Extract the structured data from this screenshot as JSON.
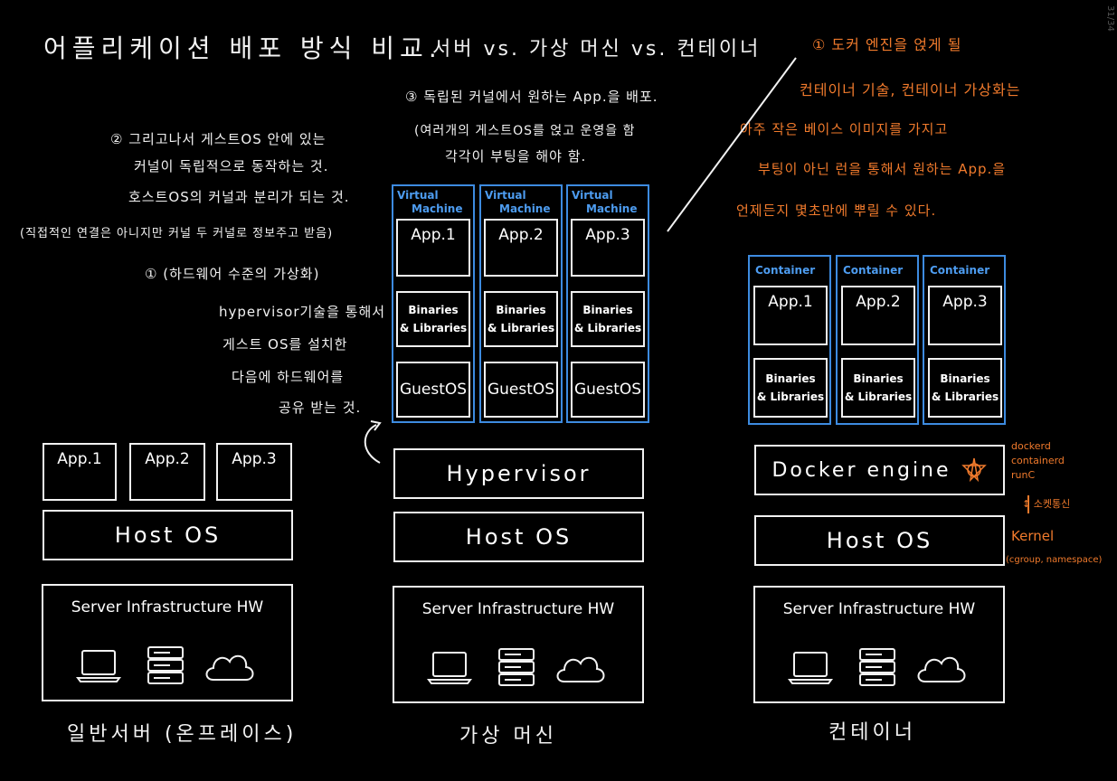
{
  "corner": "31/34",
  "title": "어플리케이션 배포 방식 비교.",
  "subtitle": "서버 vs. 가상 머신 vs. 컨테이너",
  "vm_notes": {
    "n2": [
      "② 그리고나서 게스트OS 안에 있는",
      "커널이 독립적으로 동작하는 것.",
      "호스트OS의 커널과 분리가 되는 것.",
      "(직접적인 연결은 아니지만 커널 두 커널로 정보주고 받음)"
    ],
    "n1": [
      "① (하드웨어 수준의 가상화)",
      "hypervisor기술을 통해서",
      "게스트 OS를 설치한",
      "다음에 하드웨어를",
      "공유 받는 것."
    ],
    "n3": [
      "③ 독립된 커널에서 원하는 App.을 배포.",
      "(여러개의 게스트OS를 얹고 운영을 함",
      "각각이 부팅을 해야 함."
    ]
  },
  "container_notes": [
    "① 도커 엔진을 얹게 될",
    "컨테이너 기술, 컨테이너 가상화는",
    "아주 작은 베이스 이미지를 가지고",
    "부팅이 아닌 런을 통해서 원하는 App.을",
    "언제든지 몇초만에 뿌릴 수 있다."
  ],
  "server": {
    "apps": [
      "App.1",
      "App.2",
      "App.3"
    ],
    "host_os": "Host OS",
    "hw": "Server Infrastructure HW",
    "caption": "일반서버 (온프레이스)"
  },
  "vm": {
    "label": [
      "Virtual",
      "Machine"
    ],
    "apps": [
      "App.1",
      "App.2",
      "App.3"
    ],
    "bins": [
      "Binaries",
      "& Libraries"
    ],
    "guest": "GuestOS",
    "hypervisor": "Hypervisor",
    "host_os": "Host OS",
    "hw": "Server Infrastructure HW",
    "caption": "가상 머신"
  },
  "container": {
    "label": "Container",
    "apps": [
      "App.1",
      "App.2",
      "App.3"
    ],
    "bins": [
      "Binaries",
      "& Libraries"
    ],
    "engine": "Docker engine",
    "host_os": "Host OS",
    "hw": "Server Infrastructure HW",
    "caption": "컨테이너"
  },
  "docker_side": {
    "procs": [
      "dockerd",
      "containerd",
      "runC"
    ],
    "socket": "↕ 소켓통신",
    "kernel": "Kernel",
    "kernel_sub": "(cgroup, namespace)"
  },
  "colors": {
    "background": "#000000",
    "ink": "#f2f2f2",
    "blue": "#3d8be0",
    "orange": "#f07a2c"
  },
  "icons": [
    "laptop-icon",
    "server-rack-icon",
    "cloud-icon"
  ]
}
